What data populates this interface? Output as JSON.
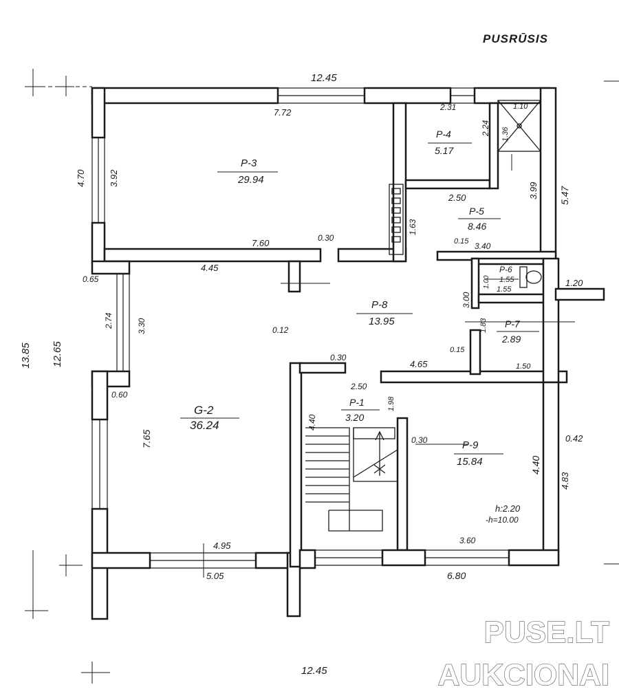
{
  "title": "PUSRŪSIS",
  "rooms": [
    {
      "id": "room-p3",
      "code": "P-3",
      "area": "29.94"
    },
    {
      "id": "room-p4",
      "code": "P-4",
      "area": "5.17"
    },
    {
      "id": "room-p5",
      "code": "P-5",
      "area": "8.46"
    },
    {
      "id": "room-p6",
      "code": "P-6",
      "area": "1.55"
    },
    {
      "id": "room-p8",
      "code": "P-8",
      "area": "13.95"
    },
    {
      "id": "room-p7",
      "code": "P-7",
      "area": "2.89"
    },
    {
      "id": "room-g2",
      "code": "G-2",
      "area": "36.24"
    },
    {
      "id": "room-p1",
      "code": "P-1",
      "area": "3.20"
    },
    {
      "id": "room-p9",
      "code": "P-9",
      "area": "15.84"
    }
  ],
  "dims": {
    "top_overall": "12.45",
    "bottom_overall": "12.45",
    "left_overall": "13.85",
    "left_inner": "12.65",
    "p3_top": "7.72",
    "p3_bottom": "7.60",
    "p3_left_outer": "4.70",
    "p3_left_inner": "3.92",
    "p4_top": "2.31",
    "p4_side": "2.24",
    "shower_w": "1.10",
    "shower_h": "1.36",
    "p5_top": "2.50",
    "p5_right": "3.99",
    "p5_bottom": "3.40",
    "p5_left": "1.63",
    "right_upper": "5.47",
    "t030_a": "0.30",
    "t015_a": "0.15",
    "g2_top": "4.45",
    "t065": "0.65",
    "t274": "2.74",
    "t330": "3.30",
    "t012": "0.12",
    "g2_height": "7.65",
    "t060": "0.60",
    "g2_bottom_inner": "4.95",
    "g2_bottom_outer": "5.05",
    "p6_h": "1.00",
    "p6_w": "1.55",
    "ext_120": "1.20",
    "p8_right": "3.00",
    "p7_h": "1.83",
    "p7_w": "1.50",
    "t015_b": "0.15",
    "t030_b": "0.30",
    "p8_bottom": "4.65",
    "p1_top": "2.50",
    "p1_h": "1.98",
    "stair_h": "4.40",
    "t030_c": "0.30",
    "p9_h": "4.40",
    "t042": "0.42",
    "right_lower": "4.83",
    "p9_bottom": "3.60",
    "p9_outer": "6.80",
    "height_h": "h:2.20",
    "height_sub": "-h=10.00"
  },
  "watermark": {
    "line1": "PUSE.LT",
    "line2": "AUKCIONAI"
  }
}
